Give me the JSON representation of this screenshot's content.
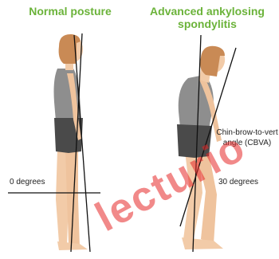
{
  "titles": {
    "left": "Normal posture",
    "right_line1": "Advanced ankylosing",
    "right_line2": "spondylitis"
  },
  "labels": {
    "left_angle": "0 degrees",
    "cbva_line1": "Chin-brow-to-vert",
    "cbva_line2": "angle (CBVA)",
    "right_angle": "30 degrees"
  },
  "watermark": "lecturio",
  "colors": {
    "title": "#6bb33a",
    "skin": "#f2cba8",
    "hair": "#c98a55",
    "top": "#8e8e8e",
    "shorts": "#4a4a4a",
    "line": "#111111",
    "watermark": "#e62828"
  }
}
